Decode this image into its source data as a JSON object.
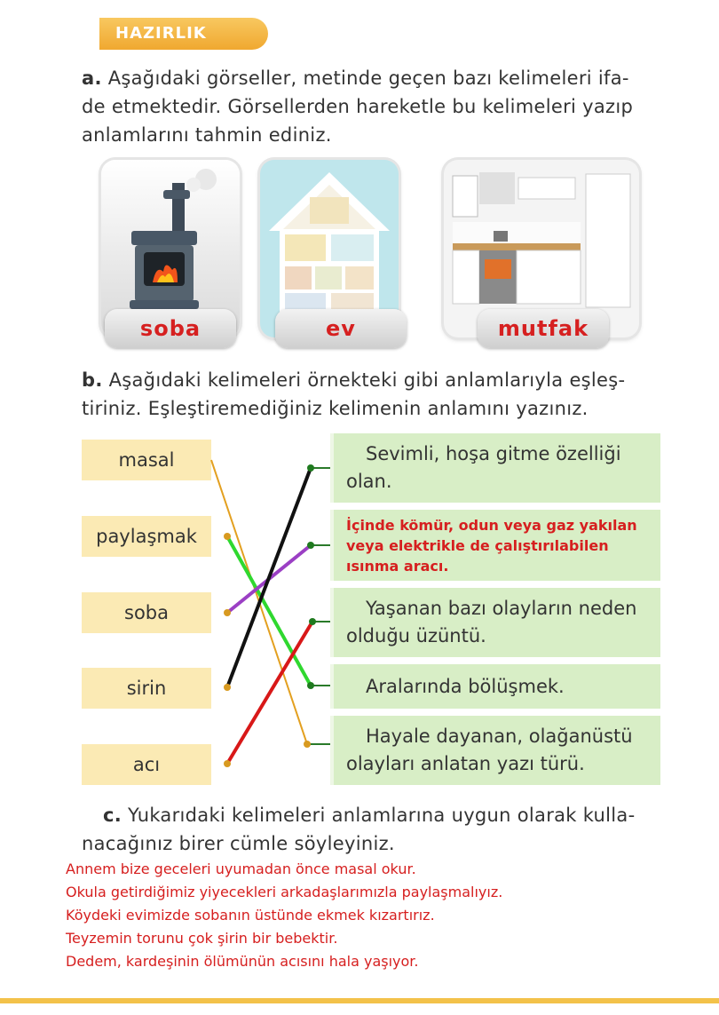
{
  "header": {
    "tab_label": "HAZIRLIK"
  },
  "section_a": {
    "letter": "a.",
    "text_line1": "Aşağıdaki görseller, metinde geçen bazı kelimeleri ifa-",
    "text_line2": "de etmektedir. Görsellerden hareketle bu kelimeleri yazıp",
    "text_line3": "anlamlarını tahmin ediniz.",
    "cards": [
      {
        "icon": "stove-icon",
        "answer": "soba"
      },
      {
        "icon": "house-icon",
        "answer": "ev"
      },
      {
        "icon": "kitchen-icon",
        "answer": "mutfak"
      }
    ]
  },
  "section_b": {
    "letter": "b.",
    "text_line1": "Aşağıdaki kelimeleri örnekteki gibi anlamlarıyla eşleş-",
    "text_line2": "tiriniz. Eşleştiremediğiniz kelimenin anlamını yazınız.",
    "words": [
      "masal",
      "paylaşmak",
      "soba",
      "sirin",
      "acı"
    ],
    "meanings": [
      {
        "line1": "Sevimli, hoşa gitme özelliği",
        "line2": "olan."
      },
      {
        "line1": "İçinde kömür, odun veya gaz yakılan",
        "line2": "veya elektrikle de çalıştırılabilen",
        "line3": "ısınma aracı."
      },
      {
        "line1": "Yaşanan bazı olayların neden",
        "line2": "olduğu üzüntü."
      },
      {
        "line1": "Aralarında bölüşmek."
      },
      {
        "line1": "Hayale dayanan, olağanüstü",
        "line2": "olayları anlatan yazı türü."
      }
    ],
    "matches": [
      {
        "word": "masal",
        "meaning_index": 4,
        "color": "#e3a020"
      },
      {
        "word": "paylaşmak",
        "meaning_index": 3,
        "color": "#2fd82f"
      },
      {
        "word": "soba",
        "meaning_index": 1,
        "color": "#9b3fc4"
      },
      {
        "word": "sirin",
        "meaning_index": 0,
        "color": "#111111"
      },
      {
        "word": "acı",
        "meaning_index": 2,
        "color": "#d81818"
      }
    ]
  },
  "section_c": {
    "letter": "c.",
    "text_line1": "Yukarıdaki kelimeleri anlamlarına uygun olarak kulla-",
    "text_line2": "nacağınız birer cümle söyleyiniz.",
    "sentences": [
      "Annem bize geceleri uyumadan önce masal okur.",
      "Okula getirdiğimiz yiyecekleri arkadaşlarımızla paylaşmalıyız.",
      "Köydeki evimizde sobanın üstünde ekmek kızartırız.",
      "Teyzemin torunu çok şirin bir bebektir.",
      "Dedem, kardeşinin ölümünün acısını hala yaşıyor."
    ]
  },
  "colors": {
    "accent_tab": "#f0a830",
    "left_box": "#fbeab4",
    "right_box": "#d8eec6",
    "answer_red": "#d61f1f"
  }
}
